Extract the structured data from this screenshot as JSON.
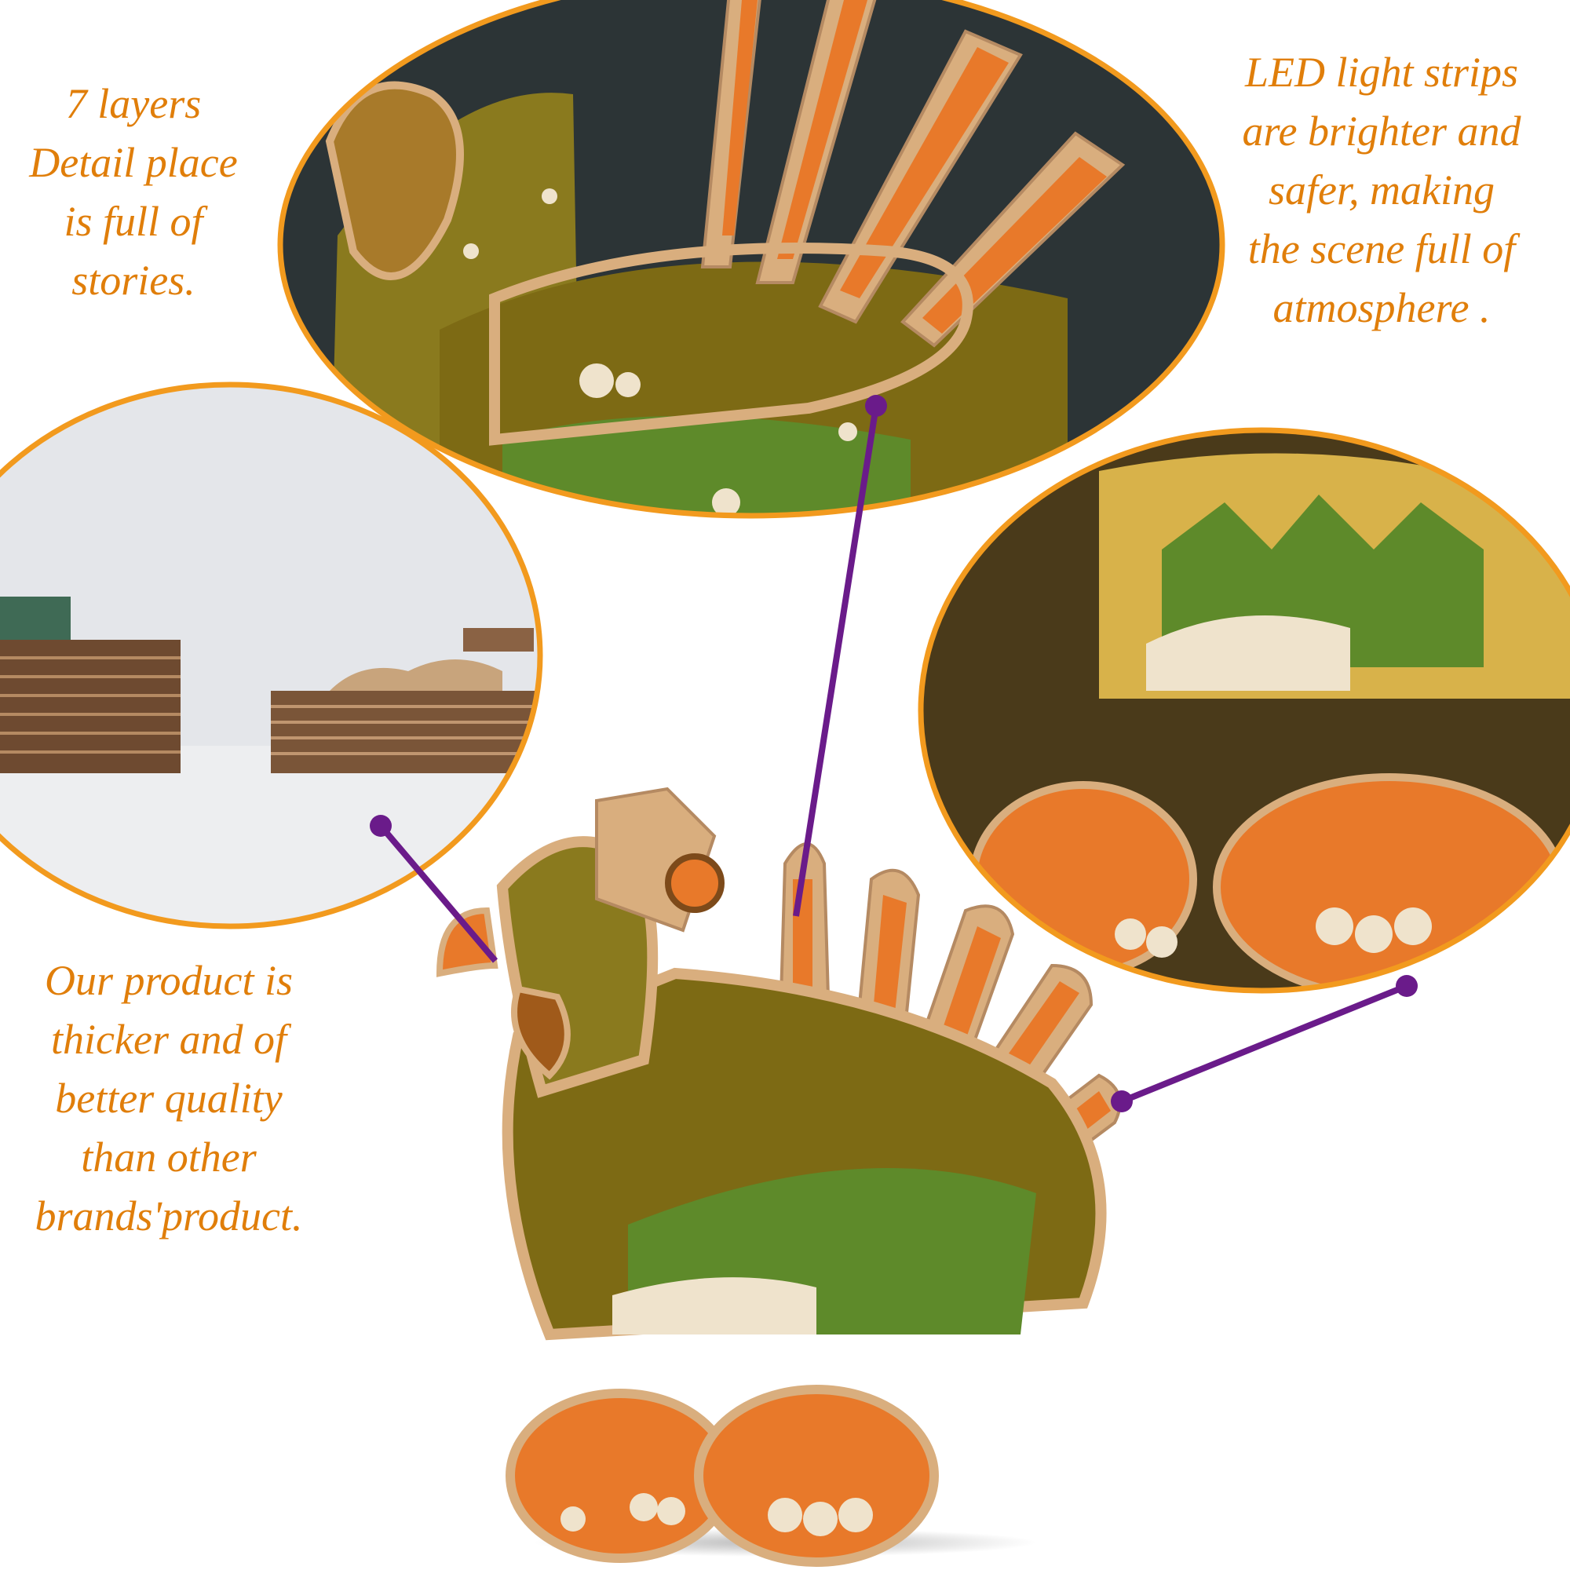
{
  "captions": {
    "layers": [
      "7 layers",
      "Detail place",
      "is full of",
      "stories."
    ],
    "led": [
      "LED light strips",
      "are brighter and",
      "safer, making",
      "the scene full of",
      "atmosphere ."
    ],
    "quality": [
      "Our product is",
      "thicker and of",
      "better quality",
      "than other",
      "brands'product."
    ]
  },
  "colors": {
    "text": "#E07E0A",
    "callout_border": "#F29A1E",
    "pointer_line": "#6A1B8A",
    "wood": "#D9AE7E",
    "orange": "#E8792A",
    "olive": "#8A7A1E",
    "green": "#5E8A2A",
    "dark": "#2C3436"
  }
}
